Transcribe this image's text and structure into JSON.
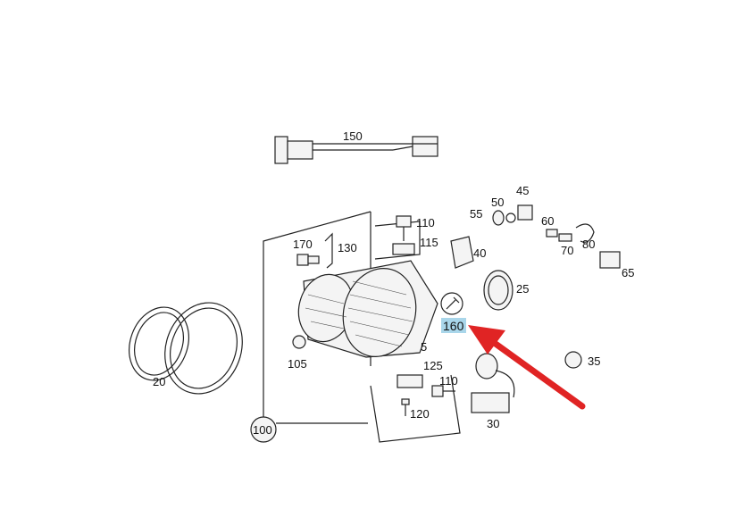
{
  "diagram": {
    "highlight_color": "#a9d6ea",
    "arrow_color": "#e02424",
    "highlighted_part": "160",
    "parts": {
      "p150": "150",
      "p45": "45",
      "p50": "50",
      "p55": "55",
      "p110a": "110",
      "p115": "115",
      "p170": "170",
      "p130": "130",
      "p60": "60",
      "p40": "40",
      "p70": "70",
      "p80": "80",
      "p65": "65",
      "p25": "25",
      "p160": "160",
      "p5": "5",
      "p105": "105",
      "p20": "20",
      "p125": "125",
      "p110b": "110",
      "p35": "35",
      "p120": "120",
      "p30": "30",
      "p100": "100"
    }
  }
}
